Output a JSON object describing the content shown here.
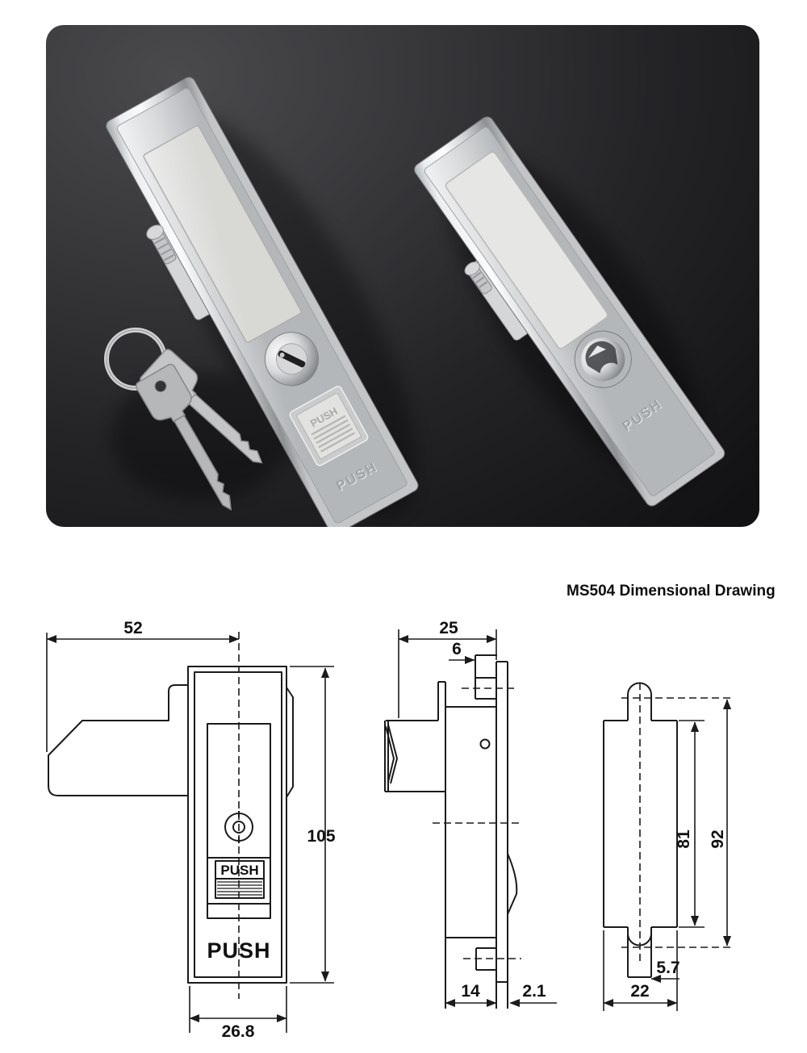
{
  "drawing": {
    "title": "MS504 Dimensional Drawing",
    "front_view": {
      "overhang_width": "52",
      "total_height": "105",
      "bezel_width": "26.8",
      "button_label": "PUSH",
      "face_label": "PUSH"
    },
    "side_view": {
      "total_depth": "25",
      "tab_depth": "6",
      "behind_panel_depth": "14",
      "flange_thickness": "2.1"
    },
    "cutout_view": {
      "cutout_height": "81",
      "overall_height": "92",
      "slot_width": "5.7",
      "cutout_width": "22"
    }
  },
  "photo": {
    "left_lock_engraving": "PUSH",
    "left_lock_button_label": "PUSH",
    "right_lock_engraving": "PUSH"
  },
  "colors": {
    "drawing_line": "#1b1b1b",
    "photo_background_dark": "#121214",
    "photo_background_light": "#4a4a4d",
    "chrome_highlight": "#fafbfc",
    "chrome_mid": "#c6c8cb",
    "chrome_shadow": "#8e9194"
  }
}
